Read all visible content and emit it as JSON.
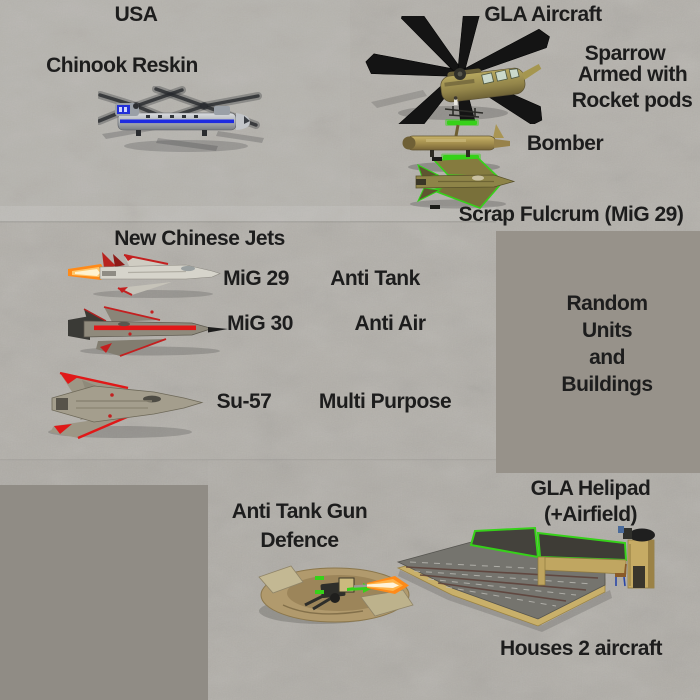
{
  "sections": {
    "usa": {
      "title": "USA",
      "chinook_label": "Chinook Reskin"
    },
    "gla": {
      "title": "GLA Aircraft",
      "sparrow_name": "Sparrow",
      "sparrow_armed": "Armed with",
      "sparrow_rockets": "Rocket pods",
      "bomber_label": "Bomber",
      "fulcrum_label": "Scrap Fulcrum (MiG 29)"
    },
    "china": {
      "title": "New Chinese Jets",
      "jets": [
        {
          "name": "MiG 29",
          "role": "Anti Tank"
        },
        {
          "name": "MiG 30",
          "role": "Anti Air"
        },
        {
          "name": "Su-57",
          "role": "Multi Purpose"
        }
      ]
    },
    "random_panel": {
      "lines": [
        "Random",
        "Units",
        "and",
        "Buildings"
      ]
    },
    "defence": {
      "lines": [
        "Anti Tank Gun",
        "Defence"
      ]
    },
    "helipad": {
      "lines": [
        "GLA Helipad",
        "(+Airfield)"
      ],
      "caption": "Houses 2 aircraft"
    }
  },
  "units": {
    "chinook": "Chinook transport helicopter (USA reskin, blue stripe)",
    "sparrow": "GLA Sparrow helicopter with black rotor blades",
    "bomber": "GLA Bomber with green team-color wings",
    "fulcrum": "GLA Scrap Fulcrum (MiG 29) jet",
    "mig29": "Chinese MiG 29 with afterburner",
    "mig30": "Chinese MiG 30 with red stripe",
    "su57": "Chinese Su-57",
    "anti_tank_gun": "Anti tank gun defence emplacement firing",
    "airfield": "GLA helipad and airfield building"
  },
  "colors": {
    "text": "#1d1d1d",
    "terrain": "#b2afa9",
    "panel_right": "#97928a",
    "panel_bottom_left": "#908c85",
    "usa_blue": "#1e2ae0",
    "gla_green": "#36d119",
    "china_red": "#e01818",
    "flame_orange": "#ff8a18"
  }
}
